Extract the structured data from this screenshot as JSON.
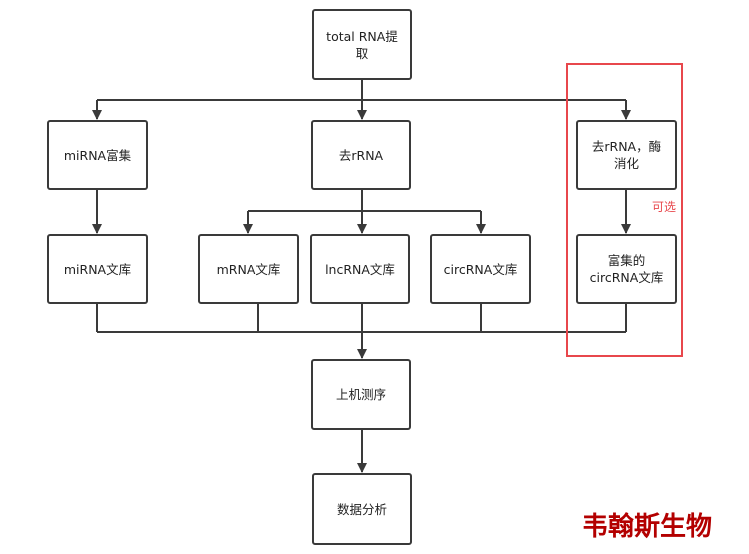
{
  "nodes": {
    "total_rna": [
      "total RNA提",
      "取"
    ],
    "mirna_enrich": [
      "miRNA富集"
    ],
    "rrna_removal": [
      "去rRNA"
    ],
    "rrna_rnase": [
      "去rRNA，酶",
      "消化"
    ],
    "mirna_library": [
      "miRNA文库"
    ],
    "mrna_library": [
      "mRNA文库"
    ],
    "lncrna_library": [
      "lncRNA文库"
    ],
    "circrna_library": [
      "circRNA文库"
    ],
    "enriched_circrna_library": [
      "富集的",
      "circRNA文库"
    ],
    "sequencing": [
      "上机测序"
    ],
    "data_analysis": [
      "数据分析"
    ]
  },
  "optional_label": "可选",
  "watermark": "韦翰斯生物",
  "colors": {
    "line": "#3a3a3a",
    "highlight": "#e8474c",
    "watermark": "#b30000"
  }
}
